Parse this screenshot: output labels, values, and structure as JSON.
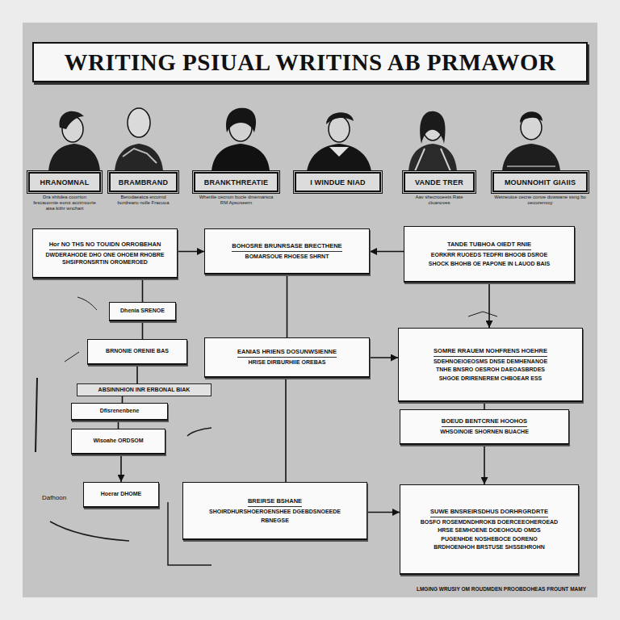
{
  "diagram": {
    "title": "WRITING PSIUAL WRITINS AB PRMAWOR",
    "caption": "LMGING WRUSIY OM ROUDMDEN PROOBDOHEAS FROUNT MAMY",
    "nodes": [
      {
        "text": [
          "HRANOMNAL",
          "Dra shitdea coorrion fescauomte eorot acctrnoorie aisa kithr wnchart"
        ]
      },
      {
        "text": [
          "BRAMBRAND",
          "Berodaeatca ercornd bordrearo nolle Fracuoa"
        ]
      },
      {
        "text": [
          "BRANKTHREATIE",
          "Whenlie cecnon bucie dmemarsca RM Apsoseern"
        ]
      },
      {
        "text": [
          "I WINDUE NIAD"
        ]
      },
      {
        "text": [
          "VANDE TRER",
          "Aav shecrooeets Rate cluanoves"
        ]
      },
      {
        "text": [
          "MOUNNOHIT GIAIIS",
          "Wetneuioe cecne conve dowwane ssng bo oecorenvoy"
        ]
      },
      {
        "text": [
          "Hor NO THS NO TOUIDN ORROBEHAN",
          "DWDERAHODE DHO ONE OHOEM RHOBRE SHSIFRONSRTIN OROMEROED"
        ]
      },
      {
        "text": [
          "BOHOSRE BRUNRSASE BRECTHENE",
          "BOMARSOUE RHOESE SHRNT"
        ]
      },
      {
        "text": [
          "TANDE TUBHOA OIEDT RNIE",
          "EORKRR RUOEDS TEDFRI BHOOB DSROE",
          "SHOCK BHOHB OE PAPONE IN LAUOD BAIS"
        ]
      },
      {
        "text": [
          "Dhenia SRENOE"
        ]
      },
      {
        "text": [
          "BRNONIE ORENIE BAS"
        ]
      },
      {
        "text": [
          "EANIAS HRIENS DOSUNWSIENNE",
          "HRISE DIRBURHIIE OREBAS"
        ]
      },
      {
        "text": [
          "SOMRE RRAUEM NOHFRENS HOEHRE",
          "SDEHNOEIOEOSMS DNSE DEMHENANOE",
          "TNHE BNSRO OESROH DAEOASBRDES",
          "SHGOE DRIRENEREM CHBOEAR ESS"
        ]
      },
      {
        "text": [
          "ABSINNHION INR ERBONAL BIAK"
        ]
      },
      {
        "text": [
          "Dfisrenenbene"
        ]
      },
      {
        "text": [
          "Wisoahe ORDSOM"
        ]
      },
      {
        "text": [
          "BOEUD BENTCRNE HOOHOS",
          "WHSOINOIE SHORNEN BUACHE"
        ]
      },
      {
        "text": [
          "Hoerar DHOME"
        ]
      },
      {
        "text": [
          "BREIRSE BSHANE",
          "SHOIRDHURSHOEROENSHEE DGEBDSNOEEDE",
          "RBNEGSE"
        ]
      },
      {
        "text": [
          "SUWE BNSREIRSDHUS DORHRGRDRTE",
          "BOSFO ROSEMDNDHROKB DOERCEEOHEROEAD",
          "HRSE SEMHOENE DOEOHOUD OMDS",
          "PUGENHDE NOSHEBOCE DORENO",
          "BRDHOENHOH BRSTUSE SHSSEHROHN"
        ]
      }
    ],
    "edges": [
      {
        "from": 6,
        "to": 7,
        "arrow": "to"
      },
      {
        "from": 8,
        "to": 7,
        "arrow": "to"
      },
      {
        "from": 7,
        "to": 11,
        "arrow": "none"
      },
      {
        "from": 11,
        "to": 12,
        "arrow": "to"
      },
      {
        "from": 8,
        "to": 12,
        "arrow": "to"
      },
      {
        "from": 12,
        "to": 16,
        "arrow": "none"
      },
      {
        "from": 16,
        "to": 19,
        "arrow": "to"
      },
      {
        "from": 18,
        "to": 19,
        "arrow": "to"
      },
      {
        "from": 6,
        "to": 9,
        "arrow": "none"
      },
      {
        "from": 9,
        "to": 10,
        "arrow": "none"
      },
      {
        "from": 10,
        "to": 13,
        "arrow": "none"
      },
      {
        "from": 13,
        "to": 14,
        "arrow": "none"
      },
      {
        "from": 14,
        "to": 15,
        "arrow": "none"
      },
      {
        "from": 15,
        "to": 17,
        "arrow": "to"
      },
      {
        "from": 11,
        "to": 18,
        "arrow": "none"
      }
    ],
    "labels": [
      "Dafhoon"
    ]
  }
}
